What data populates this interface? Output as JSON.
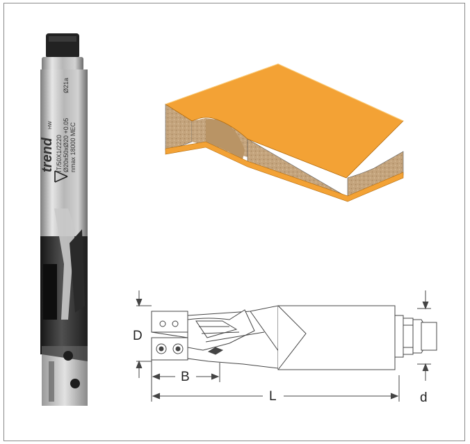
{
  "bit_engraving": {
    "brand": "trend",
    "brand_suffix": "HW",
    "code": "IT/50X1/2220",
    "spec": "Ø20x50xØ20 +0.05",
    "rpm": "nmax 18000 MEC",
    "size": "Ø21a"
  },
  "dimensions": {
    "D": "D",
    "B": "B",
    "L": "L",
    "d": "d"
  },
  "colors": {
    "laminate": "#f3a235",
    "core": "#c5a67f",
    "outline": "#444444"
  }
}
